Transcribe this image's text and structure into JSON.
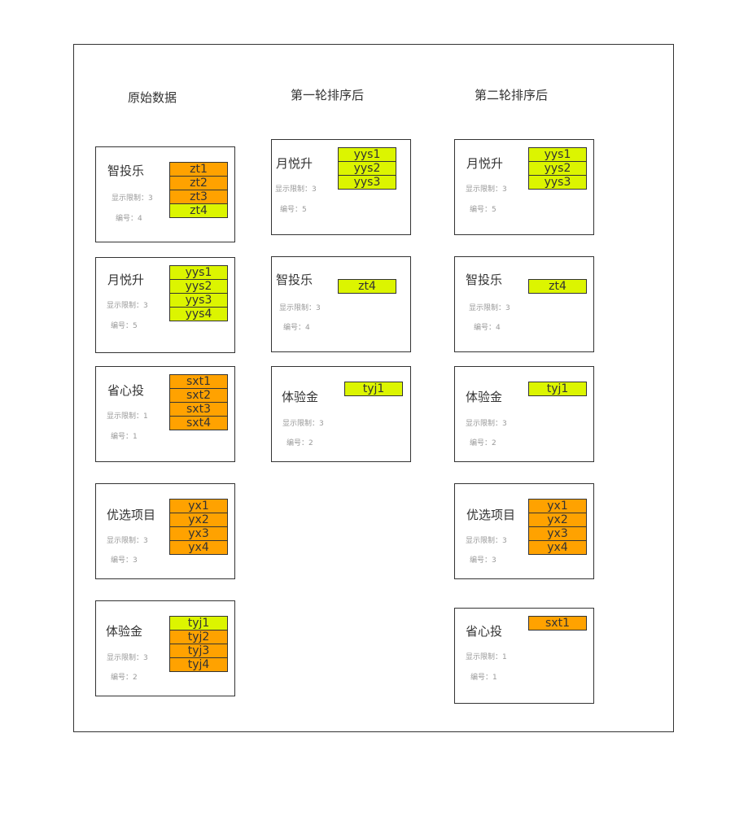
{
  "colors": {
    "yellow": "#dcf500",
    "orange": "#ffa200"
  },
  "columns": [
    {
      "title": "原始数据"
    },
    {
      "title": "第一轮排序后"
    },
    {
      "title": "第二轮排序后"
    }
  ],
  "col0": [
    {
      "name": "智投乐",
      "limit": "显示限制：3",
      "num": "编号：4",
      "items": [
        {
          "t": "zt1",
          "c": "o"
        },
        {
          "t": "zt2",
          "c": "o"
        },
        {
          "t": "zt3",
          "c": "o"
        },
        {
          "t": "zt4",
          "c": "y"
        }
      ]
    },
    {
      "name": "月悦升",
      "limit": "显示限制：3",
      "num": "编号：5",
      "items": [
        {
          "t": "yys1",
          "c": "y"
        },
        {
          "t": "yys2",
          "c": "y"
        },
        {
          "t": "yys3",
          "c": "y"
        },
        {
          "t": "yys4",
          "c": "y"
        }
      ]
    },
    {
      "name": "省心投",
      "limit": "显示限制：1",
      "num": "编号：1",
      "items": [
        {
          "t": "sxt1",
          "c": "o"
        },
        {
          "t": "sxt2",
          "c": "o"
        },
        {
          "t": "sxt3",
          "c": "o"
        },
        {
          "t": "sxt4",
          "c": "o"
        }
      ]
    },
    {
      "name": "优选项目",
      "limit": "显示限制：3",
      "num": "编号：3",
      "items": [
        {
          "t": "yx1",
          "c": "o"
        },
        {
          "t": "yx2",
          "c": "o"
        },
        {
          "t": "yx3",
          "c": "o"
        },
        {
          "t": "yx4",
          "c": "o"
        }
      ]
    },
    {
      "name": "体验金",
      "limit": "显示限制：3",
      "num": "编号：2",
      "items": [
        {
          "t": "tyj1",
          "c": "y"
        },
        {
          "t": "tyj2",
          "c": "o"
        },
        {
          "t": "tyj3",
          "c": "o"
        },
        {
          "t": "tyj4",
          "c": "o"
        }
      ]
    }
  ],
  "col1": [
    {
      "name": "月悦升",
      "limit": "显示限制：3",
      "num": "编号：5",
      "items": [
        {
          "t": "yys1",
          "c": "y"
        },
        {
          "t": "yys2",
          "c": "y"
        },
        {
          "t": "yys3",
          "c": "y"
        }
      ]
    },
    {
      "name": "智投乐",
      "limit": "显示限制：3",
      "num": "编号：4",
      "items": [
        {
          "t": "zt4",
          "c": "y"
        }
      ]
    },
    {
      "name": "体验金",
      "limit": "显示限制：3",
      "num": "编号：2",
      "items": [
        {
          "t": "tyj1",
          "c": "y"
        }
      ]
    }
  ],
  "col2": [
    {
      "name": "月悦升",
      "limit": "显示限制：3",
      "num": "编号：5",
      "items": [
        {
          "t": "yys1",
          "c": "y"
        },
        {
          "t": "yys2",
          "c": "y"
        },
        {
          "t": "yys3",
          "c": "y"
        }
      ]
    },
    {
      "name": "智投乐",
      "limit": "显示限制：3",
      "num": "编号：4",
      "items": [
        {
          "t": "zt4",
          "c": "y"
        }
      ]
    },
    {
      "name": "体验金",
      "limit": "显示限制：3",
      "num": "编号：2",
      "items": [
        {
          "t": "tyj1",
          "c": "y"
        }
      ]
    },
    {
      "name": "优选项目",
      "limit": "显示限制：3",
      "num": "编号：3",
      "items": [
        {
          "t": "yx1",
          "c": "o"
        },
        {
          "t": "yx2",
          "c": "o"
        },
        {
          "t": "yx3",
          "c": "o"
        },
        {
          "t": "yx4",
          "c": "o"
        }
      ]
    },
    {
      "name": "省心投",
      "limit": "显示限制：1",
      "num": "编号：1",
      "items": [
        {
          "t": "sxt1",
          "c": "o"
        }
      ]
    }
  ]
}
